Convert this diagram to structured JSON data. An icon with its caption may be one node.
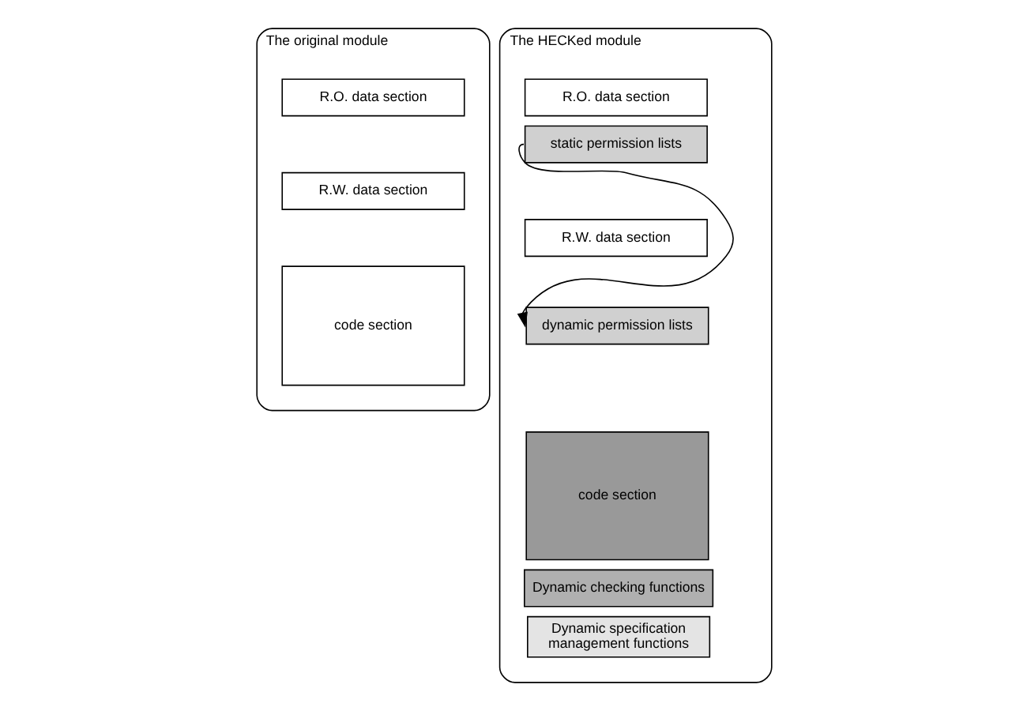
{
  "diagram": {
    "nodes": [
      {
        "text": [
          "The original module"
        ]
      },
      {
        "text": [
          "R.O. data section"
        ],
        "in": 0
      },
      {
        "text": [
          "R.W. data section"
        ],
        "in": 0
      },
      {
        "text": [
          "code section"
        ],
        "in": 0
      },
      {
        "text": [
          "The HECKed module"
        ]
      },
      {
        "text": [
          "R.O. data section"
        ],
        "in": 4
      },
      {
        "text": [
          "static permission lists"
        ],
        "in": 4
      },
      {
        "text": [
          "R.W. data section"
        ],
        "in": 4
      },
      {
        "text": [
          "dynamic permission lists"
        ],
        "in": 4
      },
      {
        "text": [
          "code section"
        ],
        "in": 4
      },
      {
        "text": [
          "Dynamic checking functions"
        ],
        "in": 4
      },
      {
        "text": [
          "Dynamic specification management functions"
        ],
        "in": 4
      }
    ],
    "edges": [
      {
        "from": 6,
        "to": 8,
        "arrow": "to"
      }
    ]
  }
}
